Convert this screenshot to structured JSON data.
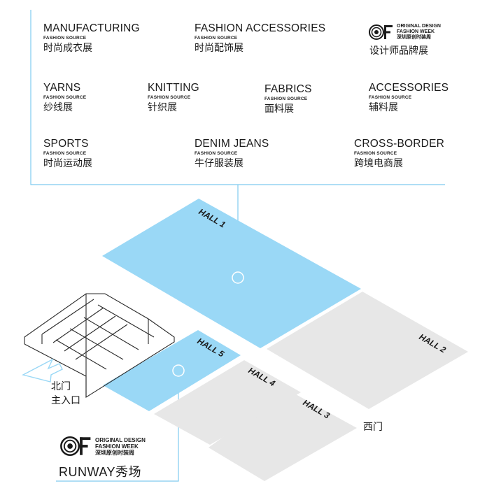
{
  "categories": [
    {
      "en": "MANUFACTURING",
      "src": "FASHION SOURCE",
      "zh": "时尚成衣展"
    },
    {
      "en": "FASHION ACCESSORIES",
      "src": "FASHION SOURCE",
      "zh": "时尚配饰展"
    },
    {
      "en": "YARNS",
      "src": "FASHION SOURCE",
      "zh": "纱线展"
    },
    {
      "en": "KNITTING",
      "src": "FASHION SOURCE",
      "zh": "针织展"
    },
    {
      "en": "FABRICS",
      "src": "FASHION SOURCE",
      "zh": "面料展"
    },
    {
      "en": "ACCESSORIES",
      "src": "FASHION SOURCE",
      "zh": "辅料展"
    },
    {
      "en": "SPORTS",
      "src": "FASHION SOURCE",
      "zh": "时尚运动展"
    },
    {
      "en": "DENIM JEANS",
      "src": "FASHION SOURCE",
      "zh": "牛仔服装展"
    },
    {
      "en": "CROSS-BORDER",
      "src": "FASHION SOURCE",
      "zh": "跨境电商展"
    }
  ],
  "ofw_logo": {
    "line1": "ORIGINAL DESIGN",
    "line2": "FASHION WEEK",
    "line3": "深圳原创时装周",
    "icon": "ofw-logo-icon"
  },
  "ofw_hall_label": "设计师品牌展",
  "halls": [
    "HALL 1",
    "HALL 2",
    "HALL 3",
    "HALL 4",
    "HALL 5"
  ],
  "north_gate": {
    "line1": "北门",
    "line2": "主入口"
  },
  "west_gate": "西门",
  "runway": "RUNWAY秀场",
  "colors": {
    "highlight": "#9ad8f6",
    "inactive": "#e7e7e7",
    "line": "#7fcbef"
  }
}
